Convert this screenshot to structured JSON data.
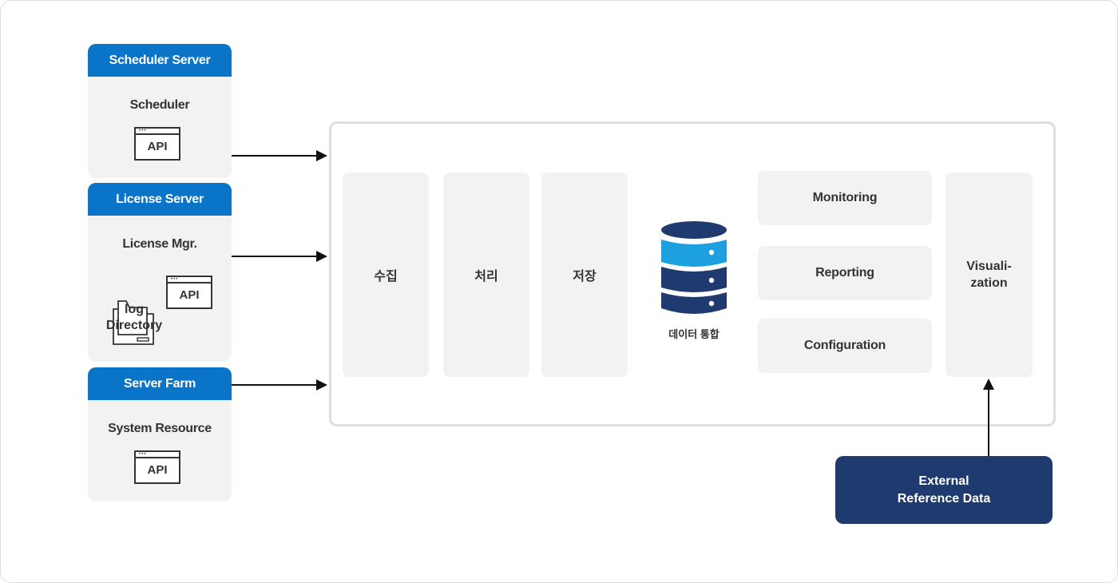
{
  "sources": [
    {
      "header": "Scheduler Server",
      "title": "Scheduler",
      "api": "API"
    },
    {
      "header": "License Server",
      "title": "License Mgr.",
      "api": "API",
      "folder_top": "log",
      "folder_bottom": "Directory"
    },
    {
      "header": "Server Farm",
      "title": "System Resource",
      "api": "API"
    }
  ],
  "stages": [
    "수집",
    "처리",
    "저장"
  ],
  "database": {
    "label": "데이터 통합"
  },
  "functions": [
    "Monitoring",
    "Reporting",
    "Configuration"
  ],
  "visualization": "Visuali-\nzation",
  "external": "External\nReference Data",
  "colors": {
    "header_blue": "#0a74c9",
    "navy": "#1f3a6e",
    "db_light_blue": "#1ca0e0",
    "panel_gray": "#f2f2f2"
  }
}
